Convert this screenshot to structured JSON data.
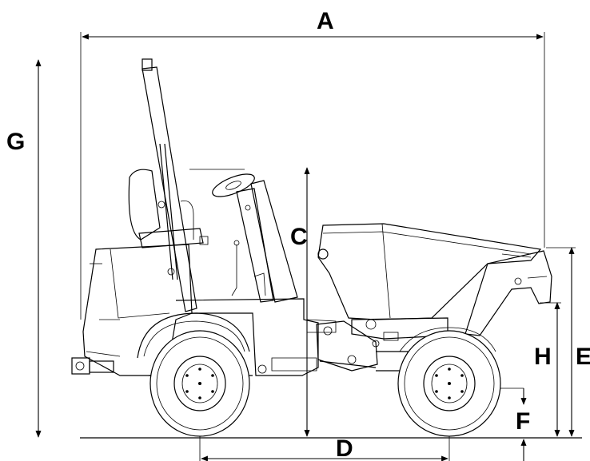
{
  "diagram": {
    "labels": {
      "A": "A",
      "C": "C",
      "D": "D",
      "E": "E",
      "F": "F",
      "G": "G",
      "H": "H"
    },
    "colors": {
      "line": "#000000",
      "background": "#ffffff"
    }
  }
}
